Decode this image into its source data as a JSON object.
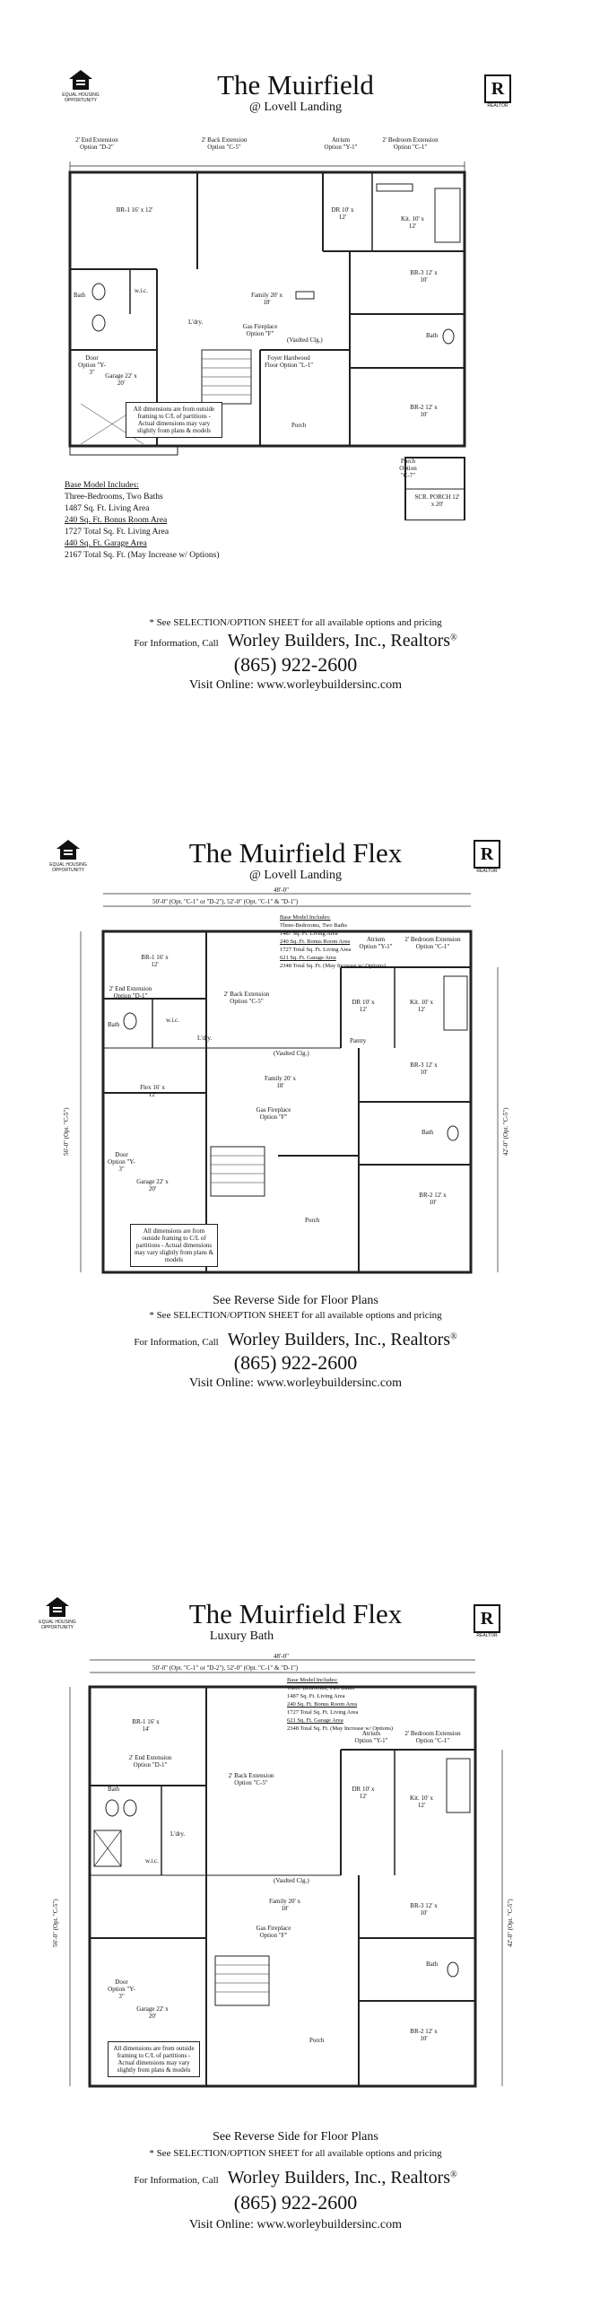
{
  "common": {
    "eho_label": "EQUAL HOUSING OPPORTUNITY",
    "realtor_label": "REALTOR",
    "realtor_letter": "R",
    "dimension_note": "All dimensions are from outside framing to C/L of partitions - Actual dimensions may vary slightly from plans & models",
    "selection_note": "* See SELECTION/OPTION SHEET for all available options and pricing",
    "info_prefix": "For Information, Call",
    "company": "Worley Builders, Inc., Realtors",
    "company_mark": "®",
    "phone": "(865) 922-2600",
    "website": "Visit Online:  www.worleybuildersinc.com",
    "see_reverse": "See Reverse Side for Floor Plans"
  },
  "sheets": [
    {
      "title": "The Muirfield",
      "subtitle": "@ Lovell Landing",
      "base_model": {
        "heading": "Base Model Includes:",
        "lines": [
          "Three-Bedrooms, Two Baths",
          "1487 Sq. Ft. Living Area",
          "240 Sq. Ft. Bonus Room Area",
          "1727 Total Sq. Ft. Living Area",
          "440 Sq. Ft. Garage Area",
          "2167 Total Sq. Ft. (May Increase w/ Options)"
        ]
      },
      "options": {
        "end_ext": "2' End Extension Option \"D-2\"",
        "back_ext": "2' Back Extension Option \"C-5\"",
        "atrium": "Atrium Option \"Y-1\"",
        "bed_ext": "2' Bedroom Extension Option \"C-1\"",
        "fireplace": "Gas Fireplace Option \"F\"",
        "hardwood": "Foyer Hardwood Floor Option \"L-1\"",
        "door": "Door Option \"Y-3\"",
        "porch_opt": "Porch Option \"C-7\"",
        "screen_porch": "SCR. PORCH 12' x 20'"
      },
      "rooms": {
        "br1": "BR-1 16' x 12'",
        "bath": "Bath",
        "wic": "w.i.c.",
        "ldry": "L'dry.",
        "family": "Family 20' x 18'",
        "vaulted": "(Vaulted Clg.)",
        "dr": "DR 10' x 12'",
        "kit": "Kit. 10' x 12'",
        "br3": "BR-3 12' x 10'",
        "bath2": "Bath",
        "br2": "BR-2 12' x 10'",
        "garage": "Garage 22' x 20'",
        "porch": "Porch"
      }
    },
    {
      "title": "The Muirfield Flex",
      "subtitle": "@ Lovell Landing",
      "top_dims": {
        "width": "48'-0\"",
        "ext": "50'-0\" (Opt. \"C-1\" or \"D-2\"), 52'-0\" (Opt. \"C-1\" & \"D-1\")"
      },
      "side_dims": {
        "left": "56'-0\" (Opt. \"C-5\")",
        "right": "42'-0\" (Opt. \"C-5\")"
      },
      "base_model": {
        "heading": "Base Model Includes:",
        "lines": [
          "Three-Bedrooms, Two Baths",
          "1487 Sq. Ft. Living Area",
          "240 Sq. Ft. Bonus Room Area",
          "1727 Total Sq. Ft. Living Area",
          "621 Sq. Ft. Garage Area",
          "2348 Total Sq. Ft. (May Increase w/ Options)"
        ]
      },
      "options": {
        "end_ext": "2' End Extension Option \"D-1\"",
        "back_ext": "2' Back Extension Option \"C-5\"",
        "atrium": "Atrium Option \"Y-1\"",
        "bed_ext": "2' Bedroom Extension Option \"C-1\"",
        "fireplace": "Gas Fireplace Option \"F\"",
        "door": "Door Option \"Y-3\""
      },
      "rooms": {
        "br1": "BR-1 16' x 12'",
        "bath": "Bath",
        "wic": "w.i.c.",
        "ldry": "L'dry.",
        "flex": "Flex 16' x 12'",
        "family": "Family 20' x 18'",
        "vaulted": "(Vaulted Clg.)",
        "dr": "DR 10' x 12'",
        "kit": "Kit. 10' x 12'",
        "pantry": "Pantry",
        "br3": "BR-3 12' x 10'",
        "bath2": "Bath",
        "br2": "BR-2 12' x 10'",
        "garage": "Garage 22' x 20'",
        "porch": "Porch"
      }
    },
    {
      "title": "The Muirfield Flex",
      "subtitle": "Luxury Bath",
      "top_dims": {
        "width": "48'-0\"",
        "ext": "50'-0\" (Opt. \"C-1\" or \"D-2\"), 52'-0\" (Opt. \"C-1\" & \"D-1\")"
      },
      "side_dims": {
        "left": "56'-0\" (Opt. \"C-5\")",
        "right": "42'-0\" (Opt. \"C-5\")"
      },
      "base_model": {
        "heading": "Base Model Includes:",
        "lines": [
          "Three-Bedrooms, Two Baths",
          "1487 Sq. Ft. Living Area",
          "240 Sq. Ft. Bonus Room Area",
          "1727 Total Sq. Ft. Living Area",
          "621 Sq. Ft. Garage Area",
          "2348 Total Sq. Ft. (May Increase w/ Options)"
        ]
      },
      "options": {
        "end_ext": "2' End Extension Option \"D-1\"",
        "back_ext": "2' Back Extension Option \"C-5\"",
        "atrium": "Atrium Option \"Y-1\"",
        "bed_ext": "2' Bedroom Extension Option \"C-1\"",
        "fireplace": "Gas Fireplace Option \"F\"",
        "door": "Door Option \"Y-3\""
      },
      "rooms": {
        "br1": "BR-1 16' x 14'",
        "bath": "Bath",
        "wic": "w.i.c.",
        "ldry": "L'dry.",
        "family": "Family 20' x 18'",
        "vaulted": "(Vaulted Clg.)",
        "dr": "DR 10' x 12'",
        "kit": "Kit. 10' x 12'",
        "br3": "BR-3 12' x 10'",
        "bath2": "Bath",
        "br2": "BR-2 12' x 10'",
        "garage": "Garage 22' x 20'",
        "porch": "Porch"
      }
    }
  ]
}
